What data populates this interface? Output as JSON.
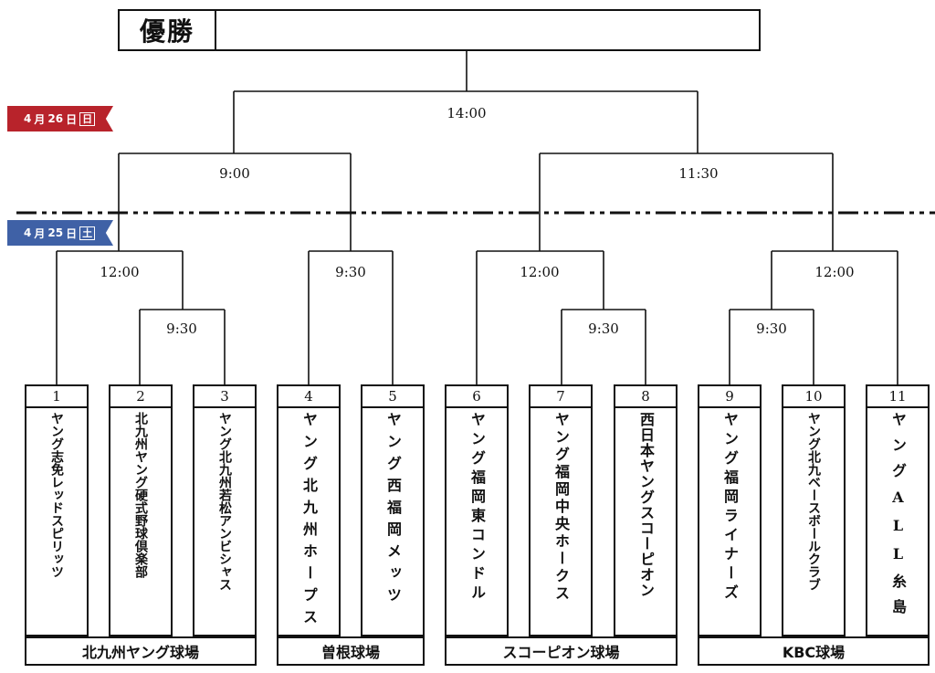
{
  "champion": {
    "label": "優勝",
    "value": ""
  },
  "dates": {
    "day2": {
      "month": "4",
      "month_unit": "月",
      "day": "26",
      "day_unit": "日",
      "weekday": "日"
    },
    "day1": {
      "month": "4",
      "month_unit": "月",
      "day": "25",
      "day_unit": "日",
      "weekday": "土"
    }
  },
  "times": {
    "final": "14:00",
    "semi_left": "9:00",
    "semi_right": "11:30",
    "qf1": "12:00",
    "qf2": "9:30",
    "qf3": "12:00",
    "qf4": "12:00",
    "r1_23": "9:30",
    "r1_78": "9:30",
    "r1_910": "9:30"
  },
  "teams": [
    {
      "number": "1",
      "name": "ヤング志免レッドスピリッツ"
    },
    {
      "number": "2",
      "name": "北九州ヤング硬式野球倶楽部"
    },
    {
      "number": "3",
      "name": "ヤング北九州若松アンビシャス"
    },
    {
      "number": "4",
      "name": "ヤング北九州ホープス"
    },
    {
      "number": "5",
      "name": "ヤング西福岡メッツ"
    },
    {
      "number": "6",
      "name": "ヤング福岡東コンドル"
    },
    {
      "number": "7",
      "name": "ヤング福岡中央ホークス"
    },
    {
      "number": "8",
      "name": "西日本ヤングスコーピオン"
    },
    {
      "number": "9",
      "name": "ヤング福岡ライナーズ"
    },
    {
      "number": "10",
      "name": "ヤング北九ベースボールクラブ"
    },
    {
      "number": "11",
      "name": "ヤングALL糸島"
    }
  ],
  "venues": [
    "北九州ヤング球場",
    "曽根球場",
    "スコーピオン球場",
    "KBC球場"
  ]
}
